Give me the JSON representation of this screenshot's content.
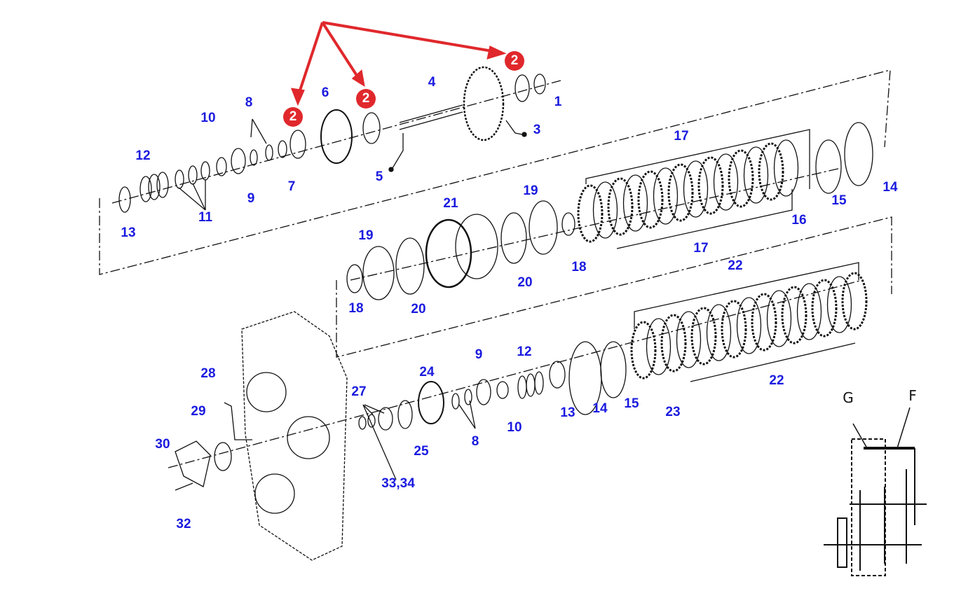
{
  "title": "Transmission shaft exploded parts diagram",
  "callouts": [
    "1",
    "3",
    "4",
    "5",
    "6",
    "7",
    "8",
    "9",
    "10",
    "11",
    "12",
    "13",
    "14",
    "15",
    "16",
    "17",
    "17",
    "18",
    "19",
    "20",
    "21",
    "19",
    "18",
    "20",
    "22",
    "22",
    "23",
    "14",
    "15",
    "13",
    "12",
    "10",
    "9",
    "8",
    "24",
    "25",
    "27",
    "33,34",
    "28",
    "29",
    "30",
    "32"
  ],
  "highlight_badges": [
    "2",
    "2",
    "2"
  ],
  "inset_labels": {
    "g": "G",
    "f": "F"
  },
  "colors": {
    "callout": "#1a1adf",
    "badge": "#e0282c",
    "arrow": "#e0282c",
    "line": "#111111"
  }
}
